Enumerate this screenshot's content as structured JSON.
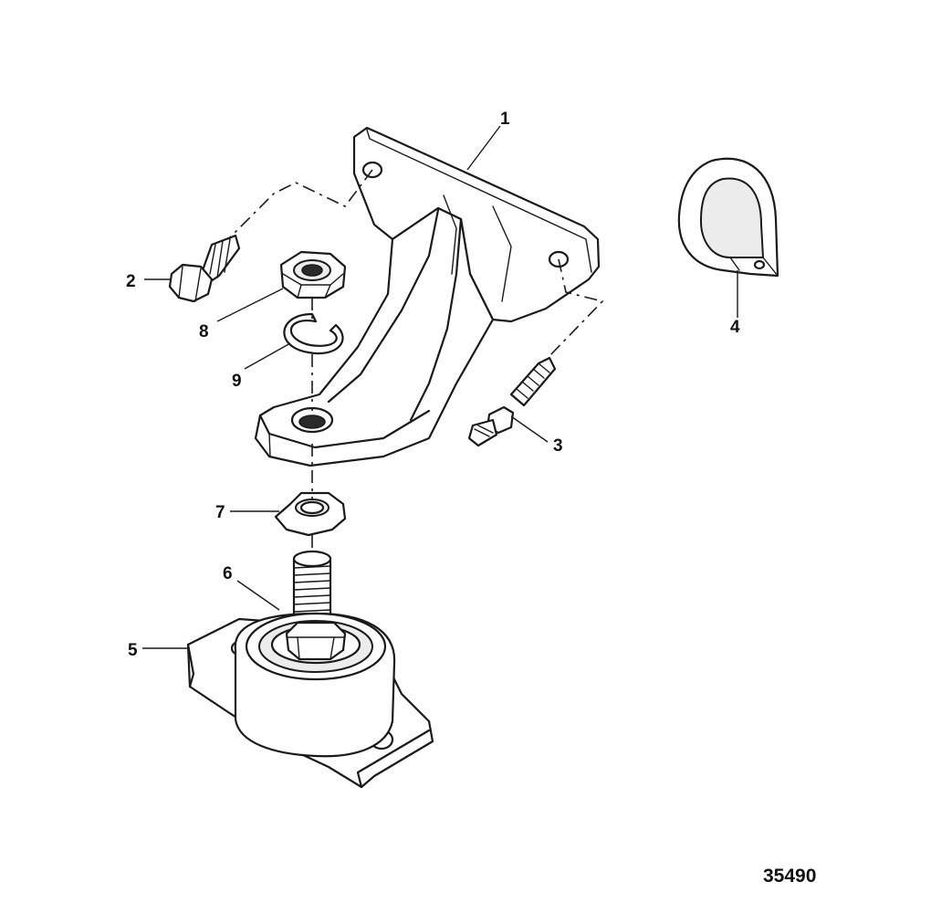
{
  "figure": {
    "number": "35490"
  },
  "callouts": {
    "c1": "1",
    "c2": "2",
    "c3": "3",
    "c4": "4",
    "c5": "5",
    "c6": "6",
    "c7": "7",
    "c8": "8",
    "c9": "9"
  },
  "colors": {
    "ink": "#1a1a1a",
    "paper": "#ffffff"
  }
}
